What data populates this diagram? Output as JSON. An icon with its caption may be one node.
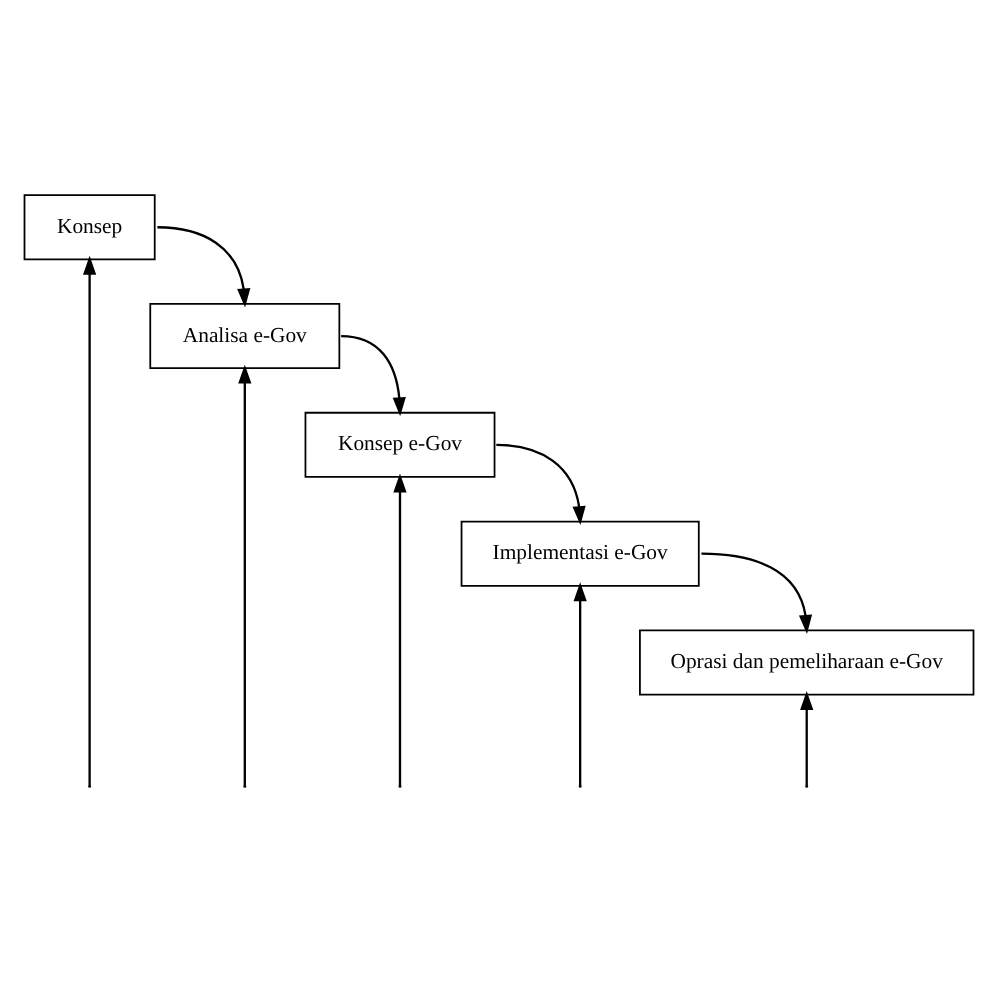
{
  "diagram": {
    "nodes": [
      {
        "text": [
          "Konsep"
        ]
      },
      {
        "text": [
          "Analisa e-Gov"
        ]
      },
      {
        "text": [
          "Konsep e-Gov"
        ]
      },
      {
        "text": [
          "Implementasi e-Gov"
        ]
      },
      {
        "text": [
          "Oprasi dan pemeliharaan e-Gov"
        ]
      }
    ],
    "edges": [
      {
        "from": 0,
        "to": 1,
        "arrow": "to"
      },
      {
        "from": 1,
        "to": 2,
        "arrow": "to"
      },
      {
        "from": 2,
        "to": 3,
        "arrow": "to"
      },
      {
        "from": 3,
        "to": 4,
        "arrow": "to"
      },
      {
        "from": null,
        "to": 0,
        "arrow": "to"
      },
      {
        "from": null,
        "to": 1,
        "arrow": "to"
      },
      {
        "from": null,
        "to": 2,
        "arrow": "to"
      },
      {
        "from": null,
        "to": 3,
        "arrow": "to"
      },
      {
        "from": null,
        "to": 4,
        "arrow": "to"
      }
    ]
  }
}
